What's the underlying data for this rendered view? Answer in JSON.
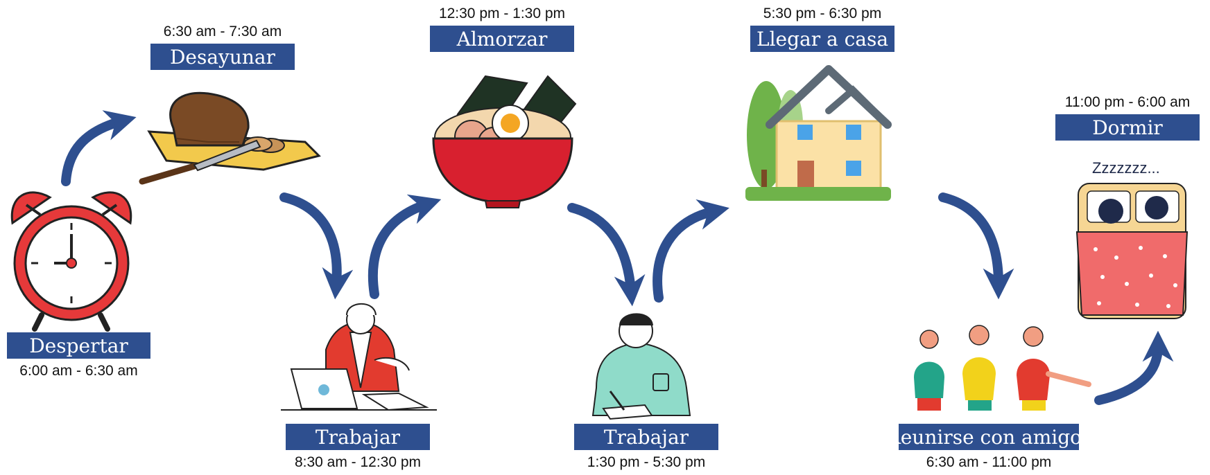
{
  "colors": {
    "label_bg": "#2e4f8f",
    "arrow": "#2e4f8f",
    "text": "#111111"
  },
  "steps": [
    {
      "label": "Despertar",
      "time": "6:00 am - 6:30 am",
      "icon": "alarm-clock-icon"
    },
    {
      "label": "Desayunar",
      "time": "6:30 am - 7:30 am",
      "icon": "bread-board-icon"
    },
    {
      "label": "Trabajar",
      "time": "8:30 am - 12:30 pm",
      "icon": "man-working-laptop-icon"
    },
    {
      "label": "Almorzar",
      "time": "12:30 pm - 1:30 pm",
      "icon": "ramen-bowl-icon"
    },
    {
      "label": "Trabajar",
      "time": "1:30 pm - 5:30 pm",
      "icon": "man-writing-icon"
    },
    {
      "label": "Llegar a casa",
      "time": "5:30 pm - 6:30 pm",
      "icon": "house-icon"
    },
    {
      "label": "Reunirse con amigos",
      "time": "6:30 am - 11:00 pm",
      "icon": "friends-group-icon"
    },
    {
      "label": "Dormir",
      "time": "11:00 pm - 6:00 am",
      "icon": "sleeping-couple-icon"
    }
  ],
  "sleep_text": "Zzzzzzz..."
}
